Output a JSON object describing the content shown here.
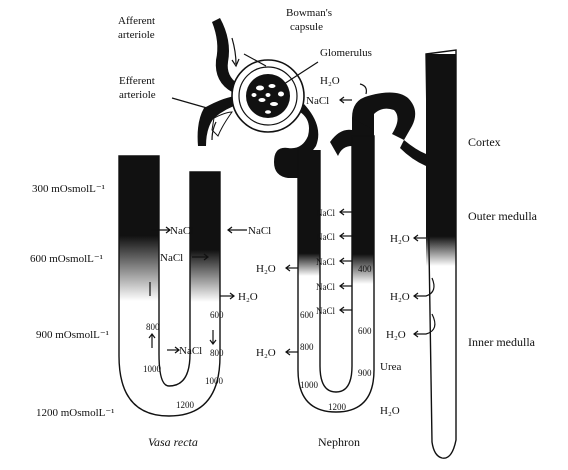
{
  "labels": {
    "afferent": [
      "Afferent",
      "arteriole"
    ],
    "efferent": [
      "Efferent",
      "arteriole"
    ],
    "bowmans": [
      "Bowman's",
      "capsule"
    ],
    "glomerulus": "Glomerulus",
    "cortex": "Cortex",
    "outer_medulla": "Outer medulla",
    "inner_medulla": "Inner medulla",
    "vasa_recta": "Vasa recta",
    "nephron": "Nephron",
    "urea": "Urea"
  },
  "osmolarity": [
    "300 mOsmolL⁻¹",
    "600 mOsmolL⁻¹",
    "900 mOsmolL⁻¹",
    "1200 mOsmolL⁻¹"
  ],
  "solutes": {
    "nacl": "NaCl",
    "h2o": "H₂O"
  },
  "numbers": {
    "vr_800": "800",
    "vr_1000_left": "1000",
    "vr_1200": "1200",
    "vr_1000_right": "1000",
    "vr_800_right": "800",
    "vr_600": "600",
    "n_400": "400",
    "n_600_left": "600",
    "n_800": "800",
    "n_1000": "1000",
    "n_1200": "1200",
    "n_900": "900",
    "n_600_right": "600"
  },
  "colors": {
    "ink": "#111111",
    "background": "#ffffff"
  }
}
